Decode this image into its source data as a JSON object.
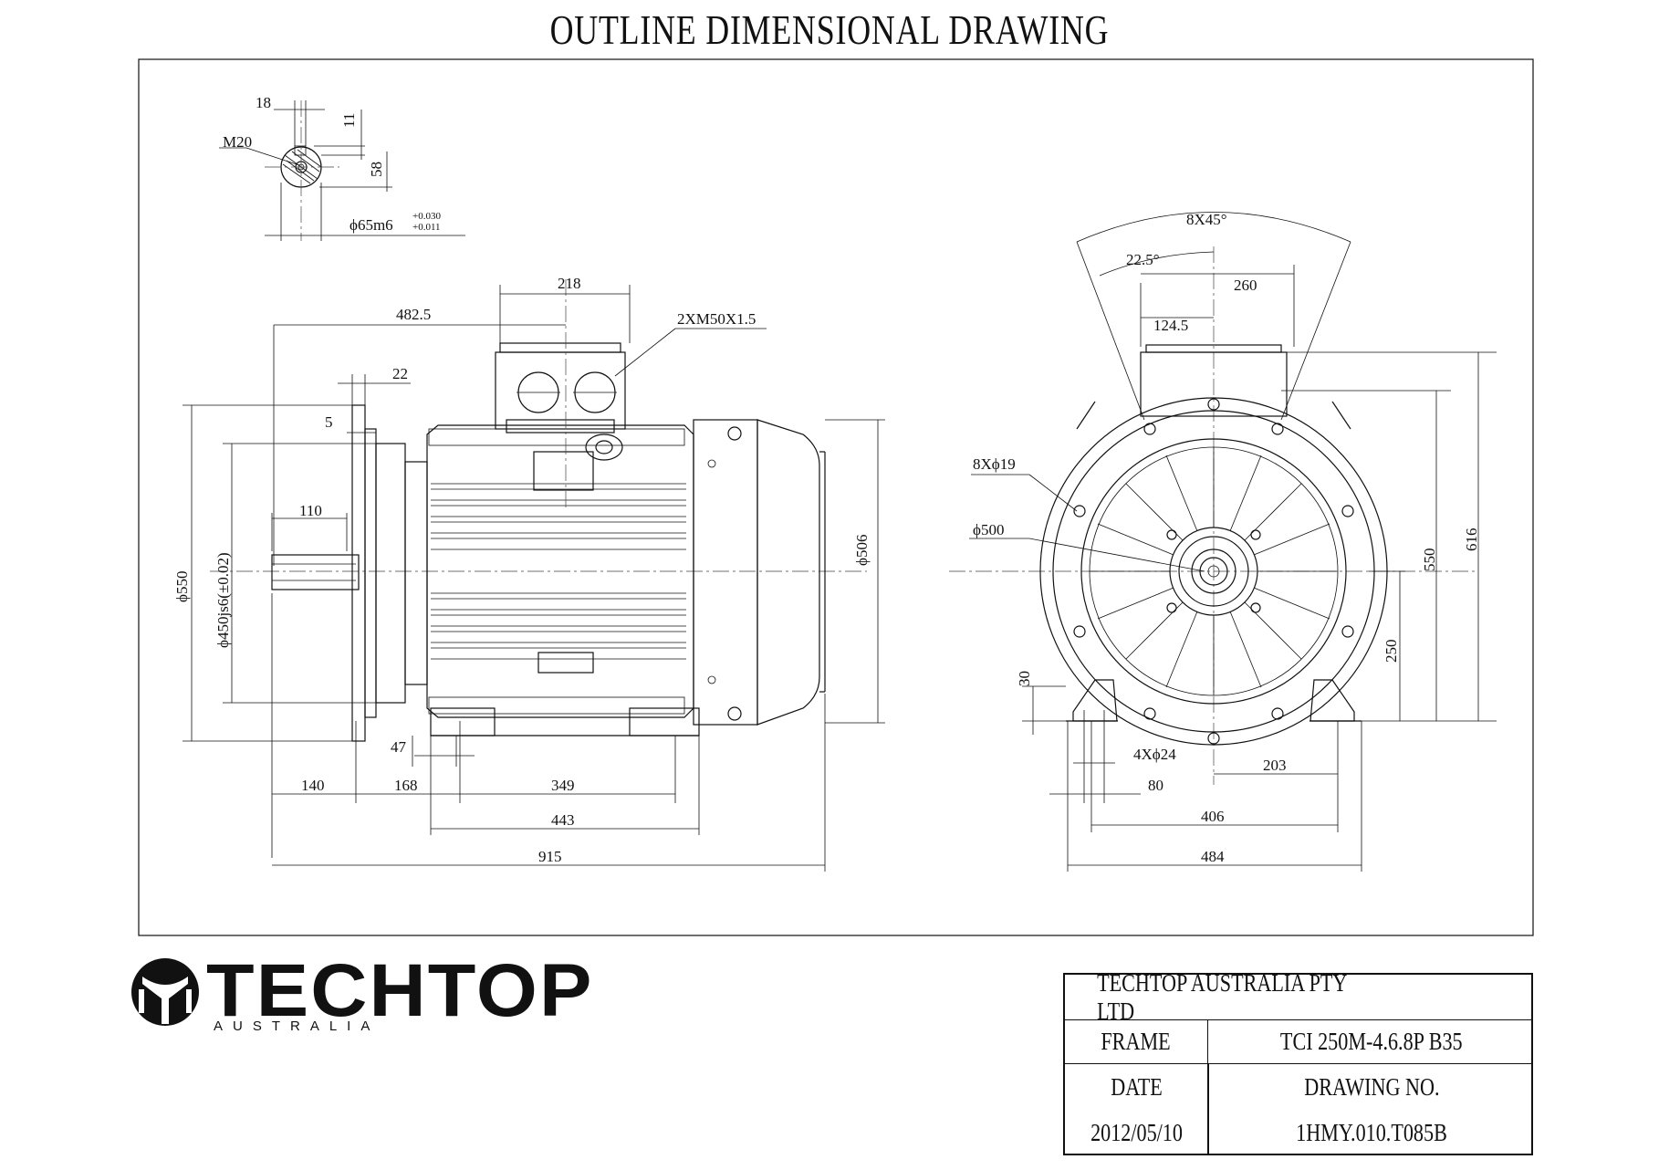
{
  "page": {
    "title": "OUTLINE DIMENSIONAL DRAWING"
  },
  "shaft_detail": {
    "thread": "M20",
    "dim_key_width": "18",
    "dim_key_depth": "11",
    "dim_key_height": "58",
    "shaft_dia": "ϕ65m6",
    "tol_upper": "+0.030",
    "tol_lower": "+0.011"
  },
  "side_view": {
    "dim_218": "218",
    "dim_482_5": "482.5",
    "cable_gland": "2XM50X1.5",
    "dim_22": "22",
    "dim_5": "5",
    "dim_110": "110",
    "dia_550": "ϕ550",
    "dia_450": "ϕ450js6(±0.02)",
    "dia_506": "ϕ506",
    "dim_47": "47",
    "dim_140": "140",
    "dim_168": "168",
    "dim_349": "349",
    "dim_443": "443",
    "dim_915": "915"
  },
  "end_view": {
    "angle_8x45": "8X45°",
    "angle_22_5": "22.5°",
    "dim_260": "260",
    "dim_124_5": "124.5",
    "holes_8x19": "8Xϕ19",
    "dia_500": "ϕ500",
    "dim_550": "550",
    "dim_616": "616",
    "dim_250": "250",
    "dim_30": "30",
    "holes_4x24": "4Xϕ24",
    "dim_203": "203",
    "dim_80": "80",
    "dim_406": "406",
    "dim_484": "484"
  },
  "logo": {
    "wordmark": "TECHTOP",
    "tagline": "AUSTRALIA"
  },
  "title_block": {
    "company": "TECHTOP AUSTRALIA PTY LTD",
    "frame_label": "FRAME",
    "frame_value": "TCI 250M-4.6.8P B35",
    "date_label": "DATE",
    "drawing_no_label": "DRAWING NO.",
    "date_value": "2012/05/10",
    "drawing_no_value": "1HMY.010.T085B"
  }
}
